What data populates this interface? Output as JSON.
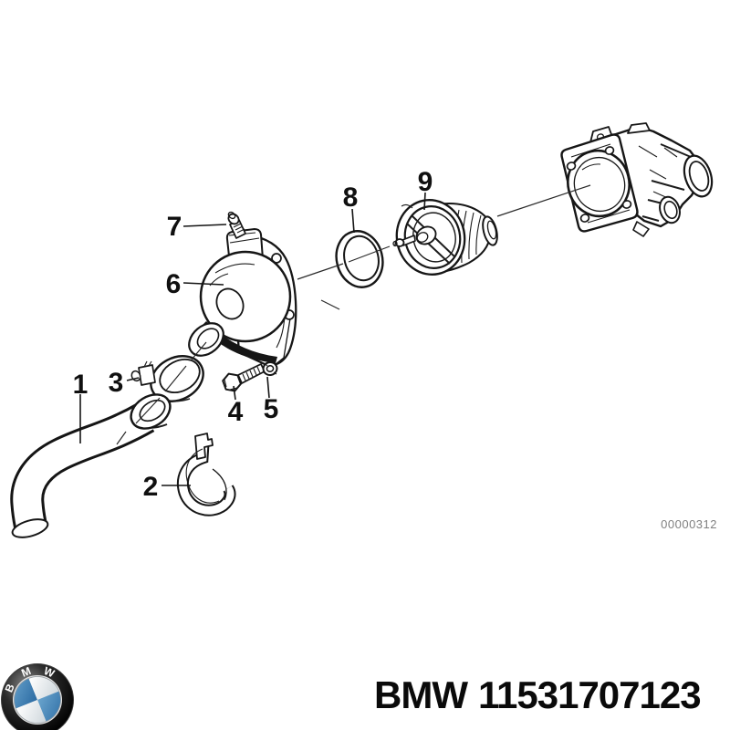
{
  "page": {
    "background": "#ffffff"
  },
  "diagram": {
    "watermark": "00000312",
    "callouts": [
      "1",
      "2",
      "3",
      "4",
      "5",
      "6",
      "7",
      "8",
      "9"
    ]
  },
  "footer": {
    "brand": "BMW",
    "part_number": "11531707123",
    "logo_letters": [
      "B",
      "M",
      "W"
    ],
    "colors": {
      "logo_blue": "#3a7cb0",
      "logo_black": "#0b0b0b",
      "ink": "#151515",
      "watermark_gray": "#808080"
    }
  }
}
